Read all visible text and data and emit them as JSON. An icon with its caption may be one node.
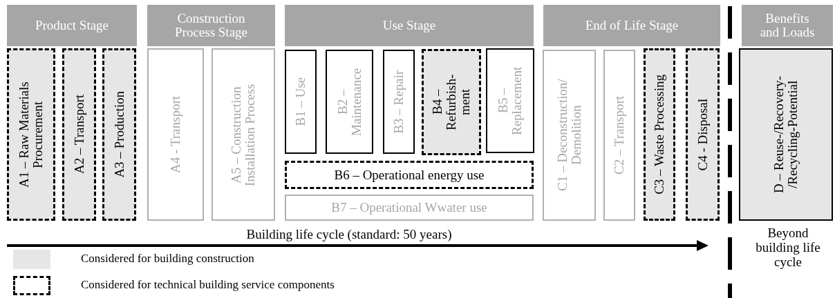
{
  "diagram": {
    "nodes": [
      {
        "text": [
          "Product Stage"
        ]
      },
      {
        "text": [
          "Construction Process Stage"
        ]
      },
      {
        "text": [
          "Use Stage"
        ]
      },
      {
        "text": [
          "End of Life Stage"
        ]
      },
      {
        "text": [
          "Benefits and Loads"
        ]
      },
      {
        "text": [
          "A1 – Raw Materials Procurement"
        ]
      },
      {
        "text": [
          "A2 – Transport"
        ]
      },
      {
        "text": [
          "A3 – Production"
        ]
      },
      {
        "text": [
          "A4 - Transport"
        ]
      },
      {
        "text": [
          "A5 – Construction Installation Process"
        ]
      },
      {
        "text": [
          "B1 – Use"
        ]
      },
      {
        "text": [
          "B2 – Maintenance"
        ]
      },
      {
        "text": [
          "B3 – Repair"
        ]
      },
      {
        "text": [
          "B4 – Refurbish-ment"
        ]
      },
      {
        "text": [
          "B5 – Replacement"
        ]
      },
      {
        "text": [
          "B6 – Operational energy use"
        ]
      },
      {
        "text": [
          "B7 – Operational Wwater use"
        ]
      },
      {
        "text": [
          "C1 – Deconstruction/ Demolition"
        ]
      },
      {
        "text": [
          "C2 – Transport"
        ]
      },
      {
        "text": [
          "C3 – Waste Processing"
        ]
      },
      {
        "text": [
          "C4 - Disposal"
        ]
      },
      {
        "text": [
          "D – Reuse-/Recovery- /Recycling-Potential"
        ]
      }
    ],
    "labels": [
      "Building life cycle (standard: 50 years)",
      "Beyond building life cycle"
    ],
    "legend": [
      {
        "text": "Considered for building construction",
        "color": "#e6e6e6"
      },
      {
        "text": "Considered for technical building service components"
      }
    ]
  }
}
